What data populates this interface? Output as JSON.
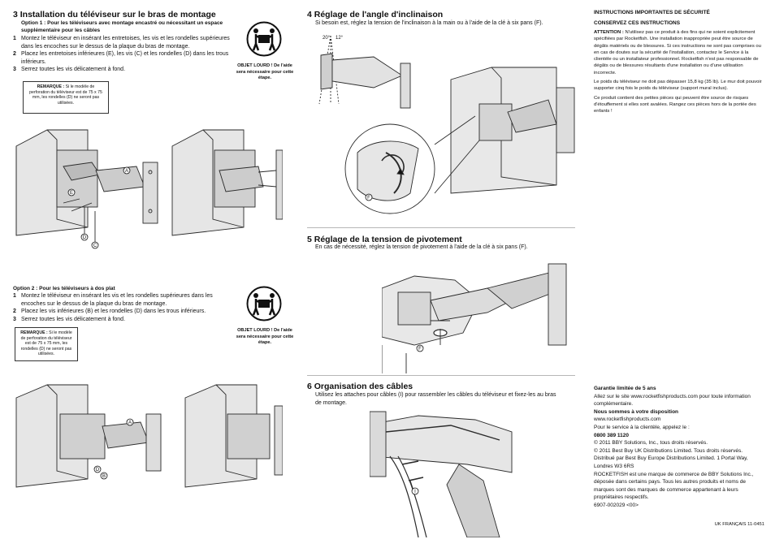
{
  "left": {
    "title": "3  Installation du téléviseur sur le bras de montage",
    "option1": "Option 1 : Pour les téléviseurs avec montage encastré ou nécessitant un espace supplémentaire pour les câbles",
    "steps1": [
      {
        "num": "1",
        "text": "Montez le téléviseur en insérant les entretoises, les vis et les rondelles supérieures dans les encoches sur le dessus de la plaque du bras de montage."
      },
      {
        "num": "2",
        "text": "Placez les entretoises inférieures (E), les vis (C) et les rondelles (D) dans les trous inférieurs."
      },
      {
        "num": "3",
        "text": "Serrez toutes les vis délicatement à fond."
      }
    ],
    "note1_label": "REMARQUE :",
    "note1_text": "Si le modèle de perforation du téléviseur est de 75 x 75 mm, les rondelles (D) ne seront pas utilisées.",
    "warning1": "OBJET LOURD ! De l'aide sera nécessaire pour cette étape.",
    "callouts1": [
      "A",
      "E",
      "D",
      "C"
    ],
    "option2": "Option 2 : Pour les téléviseurs à dos plat",
    "steps2": [
      {
        "num": "1",
        "text": "Montez le téléviseur en insérant les vis et les rondelles supérieures dans les encoches sur le dessus de la plaque du bras de montage."
      },
      {
        "num": "2",
        "text": "Placez les vis inférieures (B) et les rondelles (D) dans les trous inférieurs."
      },
      {
        "num": "3",
        "text": "Serrez toutes les vis délicatement à fond."
      }
    ],
    "note2_label": "REMARQUE :",
    "note2_text": "Si le modèle de perforation du téléviseur est de 75 x 75 mm, les rondelles (D) ne seront pas utilisées.",
    "warning2": "OBJET LOURD ! De l'aide sera nécessaire pour cette étape.",
    "callouts2": [
      "A",
      "D",
      "B"
    ]
  },
  "middle": {
    "s4_title": "4  Réglage de l'angle d'inclinaison",
    "s4_text": "Si besoin est, réglez la tension de l'inclinaison à la main ou à l'aide de la clé à six pans (F).",
    "s4_angles": [
      "20°",
      "12°"
    ],
    "s4_callout": "F",
    "s5_title": "5  Réglage de la tension de pivotement",
    "s5_text": "En cas de nécessité, réglez la tension de pivotement à l'aide de la clé à six pans (F).",
    "s5_callout": "F",
    "s6_title": "6  Organisation des câbles",
    "s6_text": "Utilisez les attaches pour câbles (I) pour rassembler les câbles du téléviseur et fixez-les au bras de montage.",
    "s6_callout": "I"
  },
  "right": {
    "safety_title1": "INSTRUCTIONS IMPORTANTES DE SÉCURITÉ",
    "safety_title2": "CONSERVEZ CES INSTRUCTIONS",
    "attention_label": "ATTENTION :",
    "attention_text": "N'utilisez pas ce produit à des fins qui ne soient explicitement spécifiées par Rocketfish. Une installation inappropriée peut être source de dégâts matériels ou de blessures. Si ces instructions ne sont pas comprises ou en cas de doutes sur la sécurité de l'installation, contactez le Service à la clientèle ou un installateur professionnel. Rocketfish n'est pas responsable de dégâts ou de blessures résultants d'une installation ou d'une utilisation incorrecte.",
    "weight_text": "Le poids du téléviseur ne doit pas dépasser 15,8 kg (35 lb). Le mur doit pouvoir supporter cinq fois le poids du téléviseur (support mural inclus).",
    "parts_text": "Ce produit contient des petites pièces qui peuvent être source de risques d'étouffement si elles sont avalées. Rangez ces pièces hors de la portée des enfants !",
    "warranty_title": "Garantie limitée de 5 ans",
    "warranty_text": "Allez sur le site www.rocketfishproducts.com pour toute information complémentaire.",
    "contact_title": "Nous sommes à votre disposition",
    "website": "www.rocketfishproducts.com",
    "service_text": "Pour le service à la clientèle, appelez le :",
    "phone": "0800 389 1120",
    "copy1": "© 2011 BBY Solutions, Inc., tous droits réservés.",
    "copy2": "© 2011 Best Buy UK Distributions Limited. Tous droits réservés.",
    "distributed": "Distribué par Best Buy Europe Distributions Limited. 1 Portal Way, Londres W3 6RS",
    "trademark": "ROCKETFISH est une marque de commerce de BBY Solutions Inc., déposée dans certains pays. Tous les autres produits et noms de marques sont des marques de commerce appartenant à leurs propriétaires respectifs.",
    "code": "6907-002029 <00>",
    "footer": "UK FRANÇAIS 11-0451"
  },
  "colors": {
    "text": "#111111",
    "rule": "#b7b7b7",
    "drawing": "#2a2a2a",
    "screen": "#c9c9c9"
  }
}
